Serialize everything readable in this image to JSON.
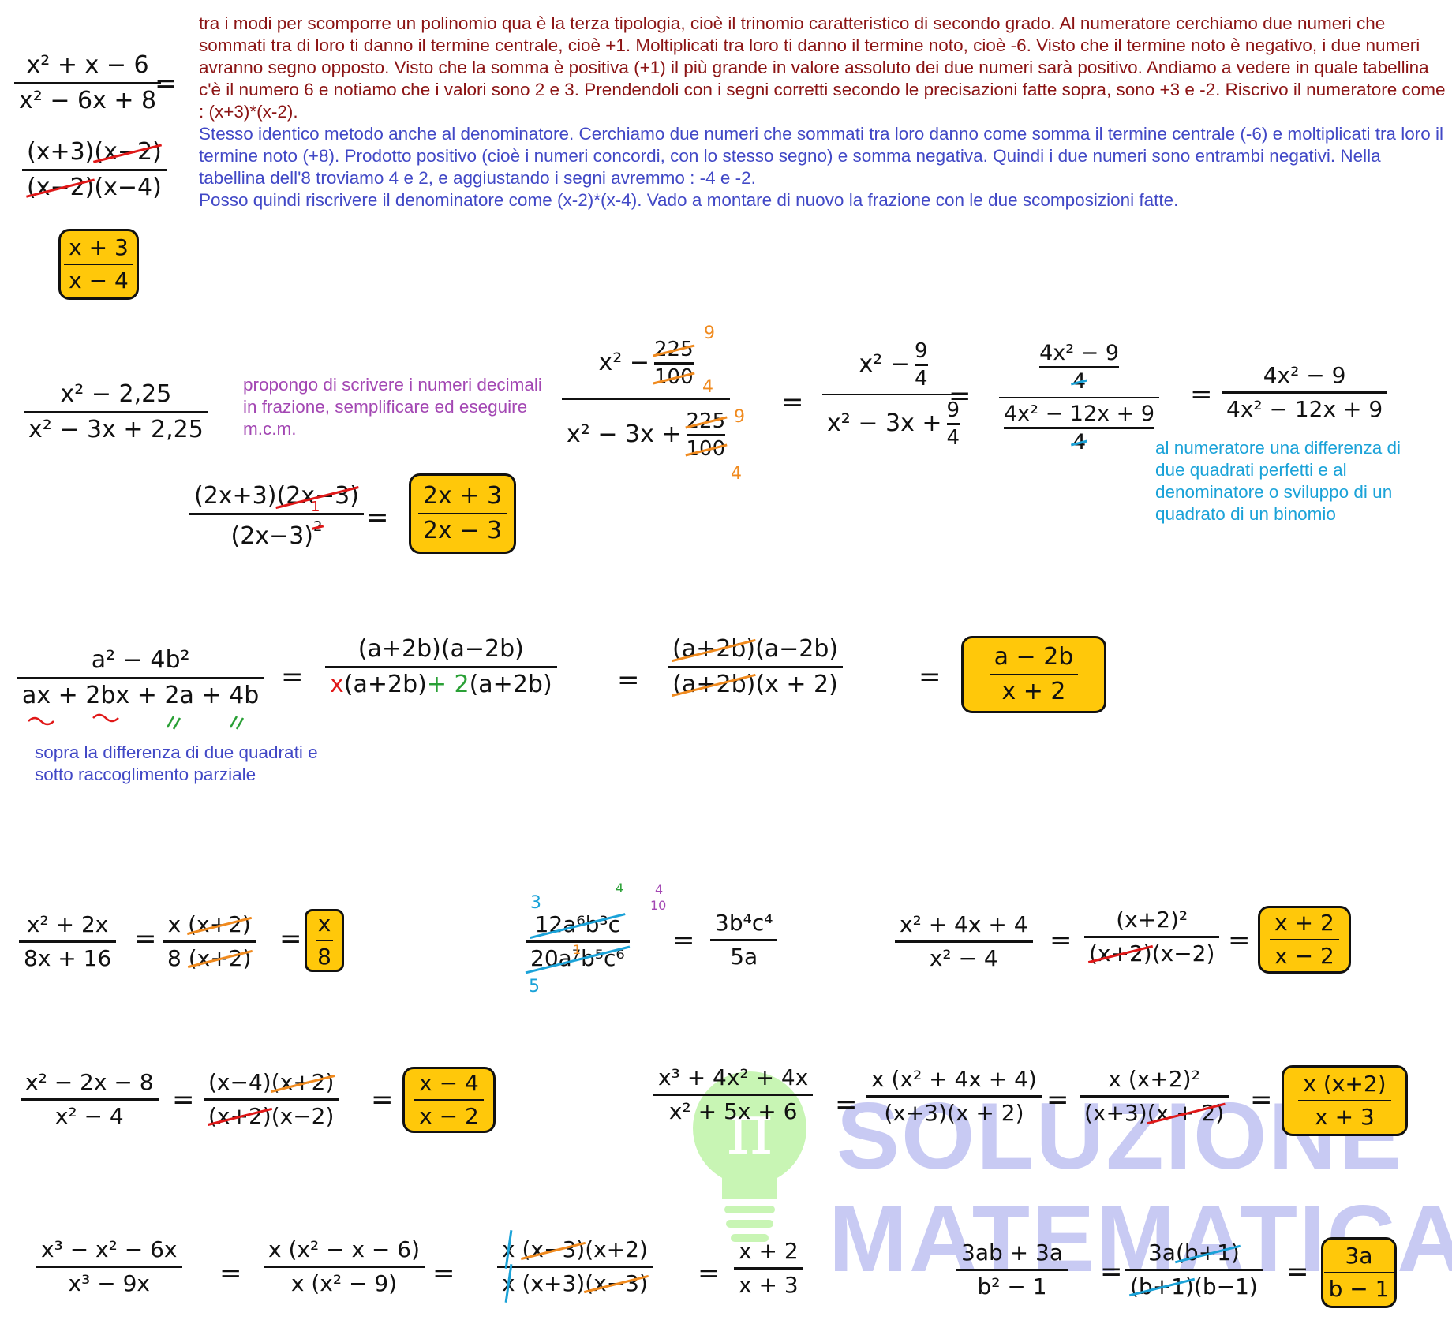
{
  "watermark": {
    "line1": "SOLUZIONE",
    "line2": "MATEMATICA",
    "logo_icon": "lightbulb-pi-icon",
    "color_text": "#c8caf3",
    "color_bulb": "#c8f5b4"
  },
  "colors": {
    "red_text": "#8b1414",
    "blue_text": "#4148c6",
    "purple_text": "#a347b3",
    "cyan_text": "#1aa2d8",
    "answer_box": "#ffc80a",
    "orange_mark": "#f08a1e",
    "red_mark": "#e01818",
    "green_mark": "#2aa036"
  },
  "ex1": {
    "notes_red": "tra i modi per scomporre un polinomio qua è la terza tipologia, cioè il trinomio caratteristico di secondo grado. Al numeratore cerchiamo due numeri che sommati tra di loro ti danno il termine centrale, cioè +1. Moltiplicati tra loro ti danno il termine noto, cioè -6. Visto che il termine noto è negativo, i due numeri avranno segno opposto. Visto che la somma è positiva (+1) il più grande in valore assoluto dei due numeri sarà positivo. Andiamo a vedere in quale tabellina c'è il numero 6 e notiamo che i valori sono 2 e 3. Prendendoli con i segni corretti secondo le precisazioni fatte sopra, sono +3 e -2. Riscrivo il numeratore come : (x+3)*(x-2).",
    "notes_blue": "Stesso identico metodo anche al denominatore. Cerchiamo due numeri che sommati tra loro danno come somma il termine centrale (-6) e moltiplicati tra loro il termine noto (+8). Prodotto positivo (cioè i numeri concordi, con lo stesso segno) e somma negativa. Quindi i due numeri sono entrambi negativi. Nella tabellina dell'8 troviamo 4 e 2, e aggiustando i segni avremmo : -4 e -2.",
    "notes_blue2": "Posso quindi riscrivere il denominatore come (x-2)*(x-4). Vado a montare di nuovo la frazione con le due scomposizioni fatte.",
    "num": "x² + x − 6",
    "den": "x² − 6x + 8",
    "eq": "=",
    "f_num_a": "(x+3)",
    "f_num_b": "(x−2)",
    "f_den_a": "(x−2)",
    "f_den_b": "(x−4)",
    "ans_num": "x + 3",
    "ans_den": "x − 4"
  },
  "ex2": {
    "num": "x² − 2,25",
    "den": "x² − 3x + 2,25",
    "note_purple": "propongo di scrivere i numeri decimali in frazione, semplificare ed eseguire m.c.m.",
    "s1_num_a": "x² −",
    "s1_num_f_num": "225",
    "s1_num_f_den": "100",
    "s1_den_a": "x² − 3x +",
    "s1_den_f_num": "225",
    "s1_den_f_den": "100",
    "mark_9": "9",
    "mark_4": "4",
    "s2_num": "x² −",
    "s2_num_f_num": "9",
    "s2_num_f_den": "4",
    "s2_den": "x² − 3x +",
    "s2_den_f_num": "9",
    "s2_den_f_den": "4",
    "s3_num_top": "4x² − 9",
    "s3_num_bot": "4",
    "s3_den_top": "4x² − 12x + 9",
    "s3_den_bot": "4",
    "s4_num": "4x² − 9",
    "s4_den": "4x² − 12x + 9",
    "note_cyan": "al numeratore una differenza di due quadrati perfetti e al denominatore o sviluppo di un quadrato di un binomio",
    "s5_num_a": "(2x+3)",
    "s5_num_b": "(2x−3)",
    "s5_den": "(2x−3)",
    "s5_den_exp": "2",
    "s5_den_mark": "1",
    "ans_num": "2x + 3",
    "ans_den": "2x − 3"
  },
  "ex3": {
    "num": "a² − 4b²",
    "den": "ax + 2bx + 2a + 4b",
    "note_blue": "sopra la differenza di due quadrati e sotto raccoglimento parziale",
    "s1_num": "(a+2b)(a−2b)",
    "s1_den_x": "x",
    "s1_den_a": "(a+2b)",
    "s1_den_plus2": "+ 2",
    "s1_den_b": "(a+2b)",
    "s2_num_a": "(a+2b)",
    "s2_num_b": "(a−2b)",
    "s2_den_a": "(a+2b)",
    "s2_den_b": "(x + 2)",
    "ans_num": "a − 2b",
    "ans_den": "x + 2"
  },
  "ex4": {
    "num": "x² + 2x",
    "den": "8x + 16",
    "s1_num_a": "x",
    "s1_num_b": "(x+2)",
    "s1_den_a": "8",
    "s1_den_b": "(x+2)",
    "ans_num": "x",
    "ans_den": "8"
  },
  "ex5": {
    "num": "12a⁶b³c",
    "den": "20a⁷b⁵c⁶",
    "mark_3": "3",
    "mark_5": "5",
    "mark_4a": "4",
    "mark_4b": "4",
    "mark_1": "1",
    "mark_10": "10",
    "res_num": "3b⁴c⁴",
    "res_den": "5a"
  },
  "ex6": {
    "num": "x² + 4x + 4",
    "den": "x² − 4",
    "s1_num": "(x+2)²",
    "s1_den_a": "(x+2)",
    "s1_den_b": "(x−2)",
    "ans_num": "x + 2",
    "ans_den": "x − 2"
  },
  "ex7": {
    "num": "x² − 2x − 8",
    "den": "x² − 4",
    "s1_num_a": "(x−4)",
    "s1_num_b": "(x+2)",
    "s1_den_a": "(x+2)",
    "s1_den_b": "(x−2)",
    "ans_num": "x − 4",
    "ans_den": "x − 2"
  },
  "ex8": {
    "num": "x³ + 4x² + 4x",
    "den": "x² + 5x + 6",
    "s1_num": "x (x² + 4x + 4)",
    "s1_den": "(x+3)(x + 2)",
    "s2_num": "x (x+2)²",
    "s2_den_a": "(x+3)",
    "s2_den_b": "(x + 2)",
    "ans_num": "x (x+2)",
    "ans_den": "x + 3"
  },
  "ex9": {
    "num": "x³ − x² − 6x",
    "den": "x³ − 9x",
    "s1_num": "x (x² − x − 6)",
    "s1_den": "x (x² − 9)",
    "s2_num_x": "x",
    "s2_num_a": "(x−3)",
    "s2_num_b": "(x+2)",
    "s2_den_x": "x",
    "s2_den_a": "(x+3)",
    "s2_den_b": "(x−3)",
    "res_num": "x + 2",
    "res_den": "x + 3"
  },
  "ex10": {
    "num": "3ab + 3a",
    "den": "b² − 1",
    "s1_num_a": "3a",
    "s1_num_b": "(b+1)",
    "s1_den_a": "(b+1)",
    "s1_den_b": "(b−1)",
    "ans_num": "3a",
    "ans_den": "b − 1"
  }
}
